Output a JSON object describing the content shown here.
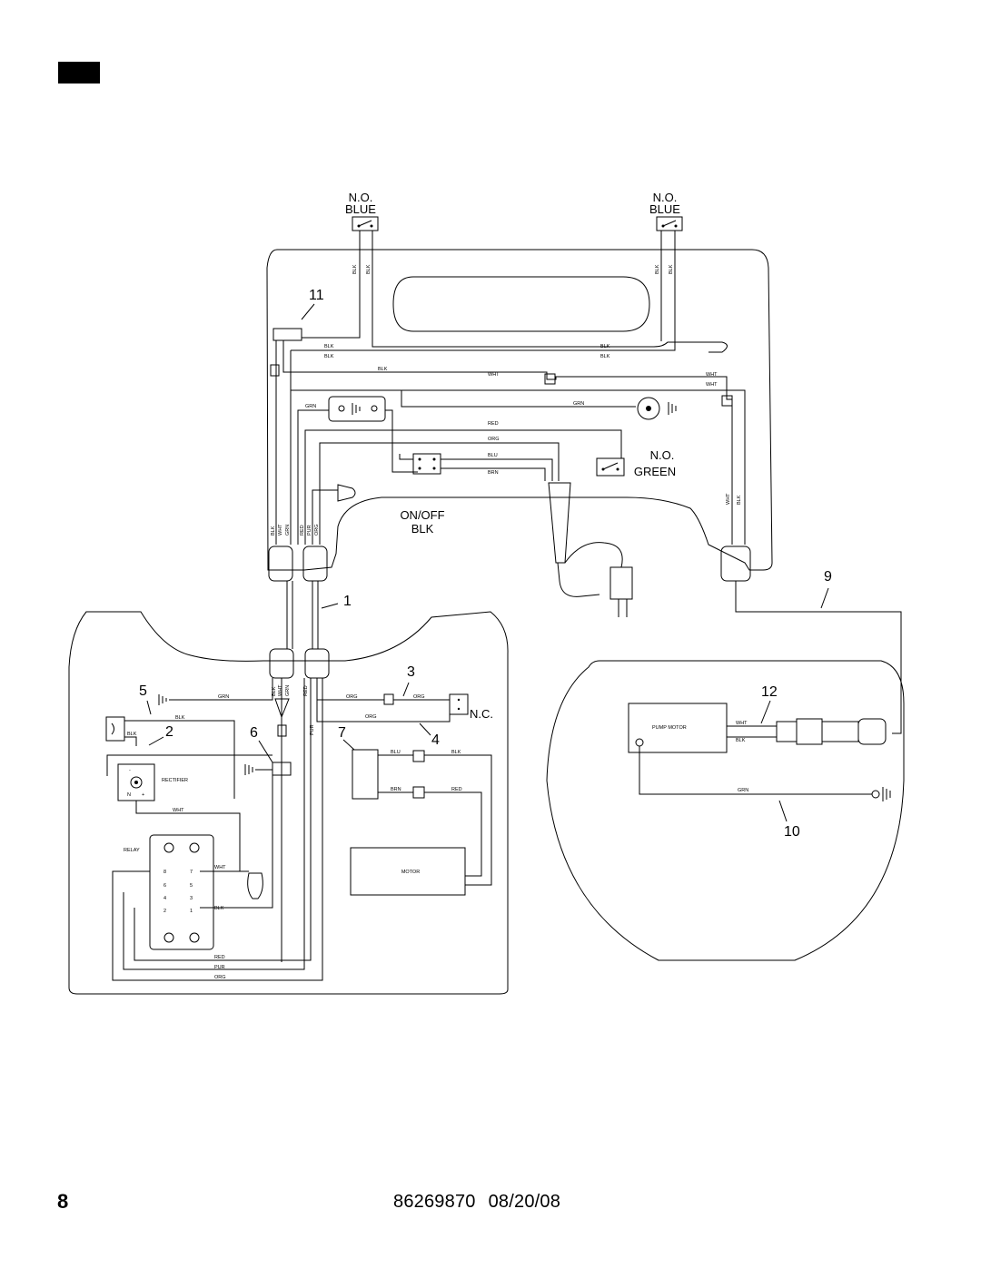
{
  "header": {
    "section_label": ""
  },
  "footer": {
    "page_number": "8",
    "doc_number": "86269870",
    "doc_date": "08/20/08"
  },
  "callouts": {
    "c1": "1",
    "c2": "2",
    "c3": "3",
    "c4": "4",
    "c5": "5",
    "c6": "6",
    "c7": "7",
    "c9": "9",
    "c10": "10",
    "c11": "11",
    "c12": "12"
  },
  "switches": {
    "left_top": {
      "type": "N.O.",
      "color": "BLUE"
    },
    "right_top": {
      "type": "N.O.",
      "color": "BLUE"
    },
    "green": {
      "type": "N.O.",
      "color": "GREEN"
    },
    "onoff": {
      "type": "ON/OFF",
      "color": "BLK"
    },
    "nc": {
      "type": "N.C."
    }
  },
  "components": {
    "rectifier": "RECTIFIER",
    "relay": "RELAY",
    "motor": "MOTOR",
    "pump_motor": "PUMP MOTOR",
    "rect_n": "N",
    "rect_plus": "+",
    "rect_minus": "-"
  },
  "relay_pins": [
    "8",
    "7",
    "6",
    "5",
    "4",
    "3",
    "2",
    "1"
  ],
  "wires": {
    "blk": "BLK",
    "wht": "WHT",
    "grn": "GRN",
    "red": "RED",
    "org": "ORG",
    "blu": "BLU",
    "brn": "BRN",
    "pur": "PUR"
  }
}
